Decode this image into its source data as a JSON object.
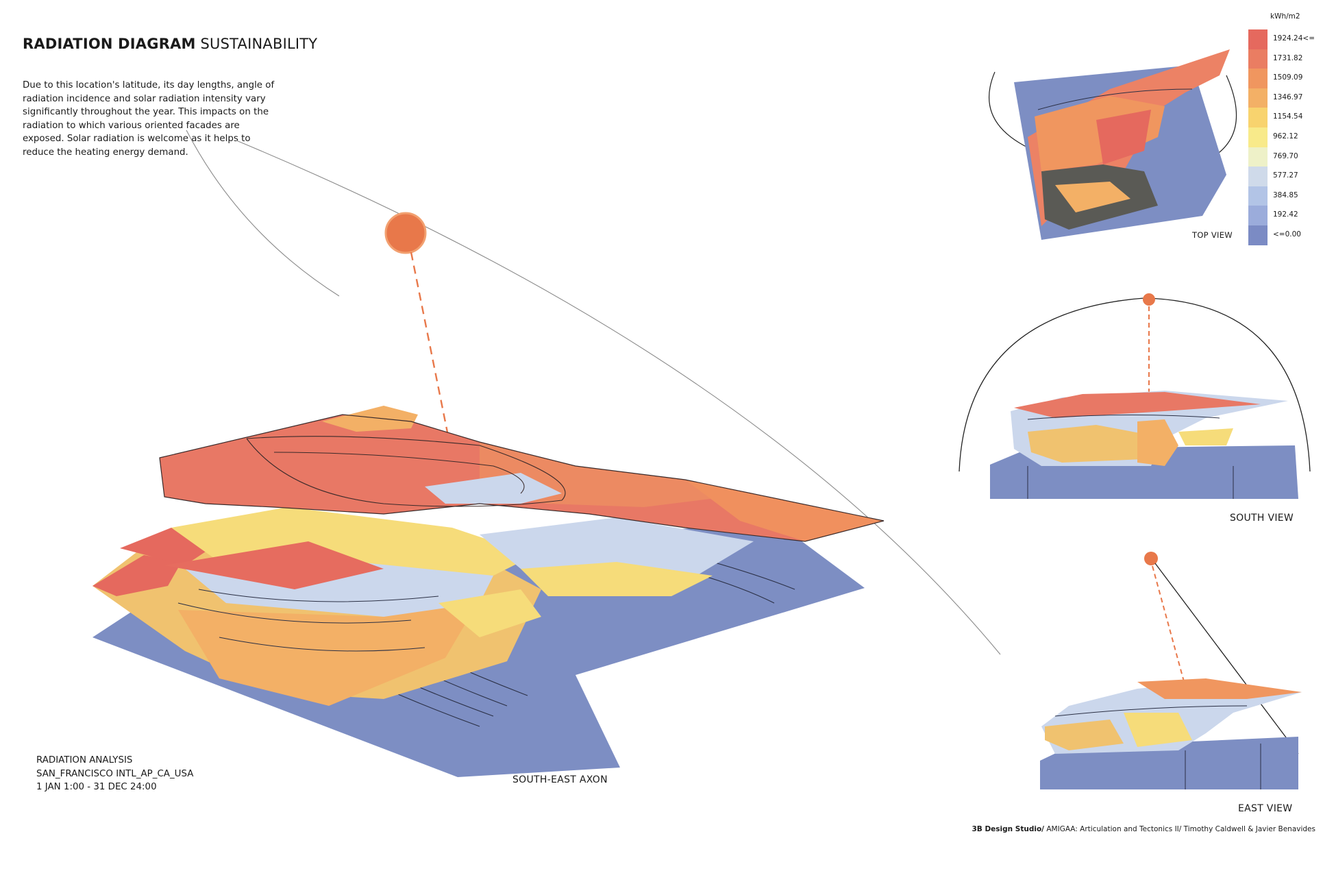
{
  "header": {
    "title_bold": "RADIATION DIAGRAM",
    "title_light": "SUSTAINABILITY"
  },
  "intro_text": "Due to this location's latitude, its day lengths, angle of radiation incidence and solar radiation intensity vary significantly throughout the year. This impacts on the radiation to which various oriented facades are exposed. Solar radiation is welcome as it helps to reduce the heating energy demand.",
  "analysis": {
    "line1": "RADIATION ANALYSIS",
    "line2": "SAN_FRANCISCO INTL_AP_CA_USA",
    "line3": "1 JAN 1:00 - 31 DEC 24:00"
  },
  "view_labels": {
    "axon": "SOUTH-EAST AXON",
    "top": "TOP VIEW",
    "south": "SOUTH VIEW",
    "east": "EAST VIEW"
  },
  "legend": {
    "unit": "kWh/m2",
    "entries": [
      {
        "label": "1924.24<=",
        "color": "#e5695e"
      },
      {
        "label": "1731.82",
        "color": "#ea7d62"
      },
      {
        "label": "1509.09",
        "color": "#f0965f"
      },
      {
        "label": "1346.97",
        "color": "#f3b066"
      },
      {
        "label": "1154.54",
        "color": "#f8d36e"
      },
      {
        "label": "962.12",
        "color": "#f8ea8a"
      },
      {
        "label": "769.70",
        "color": "#eef1c8"
      },
      {
        "label": "577.27",
        "color": "#cfdaea"
      },
      {
        "label": "384.85",
        "color": "#b2c4e6"
      },
      {
        "label": "192.42",
        "color": "#9bacdb"
      },
      {
        "label": "<=0.00",
        "color": "#7b8bc4"
      }
    ]
  },
  "credit": {
    "bold": "3B Design Studio/",
    "rest": " AMIGAA: Articulation and Tectonics II/ Timothy Caldwell & Javier Benavides"
  },
  "colors": {
    "sun": "#e8784a",
    "ground": "#7d8ec3",
    "hot": "#e5695e",
    "warm": "#f0965f",
    "yellow": "#f6dc7a",
    "cool": "#cbd7ec"
  }
}
